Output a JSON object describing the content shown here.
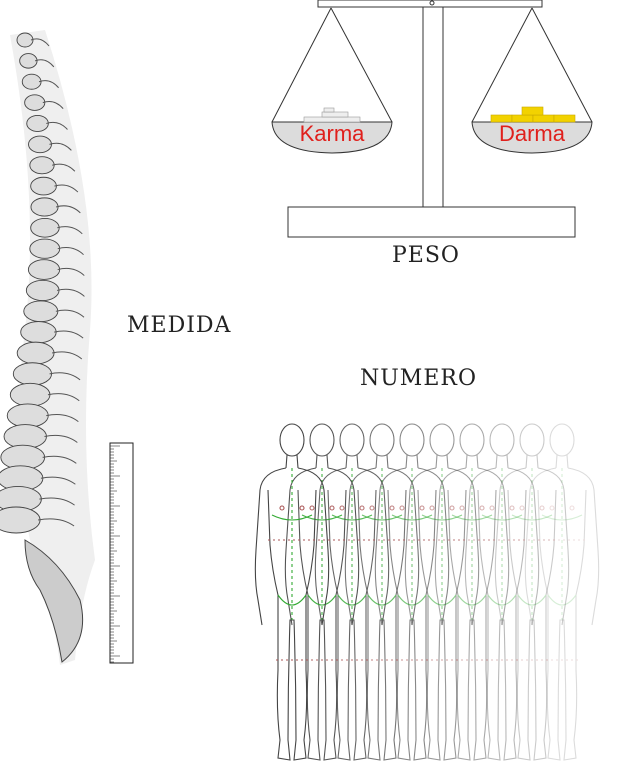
{
  "labels": {
    "peso": "PESO",
    "medida": "MEDIDA",
    "numero": "NUMERO"
  },
  "scale": {
    "left_pan": "Karma",
    "right_pan": "Darma"
  },
  "colors": {
    "pan_text": "#e0201c",
    "pan_fill": "#dcdcdc",
    "gold": "#f2d200",
    "line": "#333333"
  },
  "figures": {
    "count": 10
  }
}
